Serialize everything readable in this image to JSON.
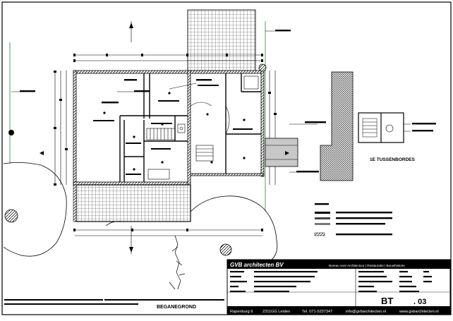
{
  "drawing": {
    "floor_label": "BEGANEGROND",
    "detail_label": "1E TUSSENBORDES",
    "colors": {
      "line": "#000000",
      "tile": "#555555",
      "green": "#3a9a3a"
    }
  },
  "title_block": {
    "firm_name": "GVB architecten BV",
    "tagline": "Bureau voor Architectuur | Restauratie | Bouwhistorie",
    "sheet_code": "BT",
    "sheet_number": ". 03",
    "address": "Rapenburg 9",
    "postcode": "2311GG Leiden",
    "phone": "Tel. 071-5237347",
    "email": "info@gvbarchitecten.nl",
    "website": "www.gvbarchitecten.nl",
    "colors": {
      "band": "#000000",
      "band_text": "#ffffff"
    }
  }
}
